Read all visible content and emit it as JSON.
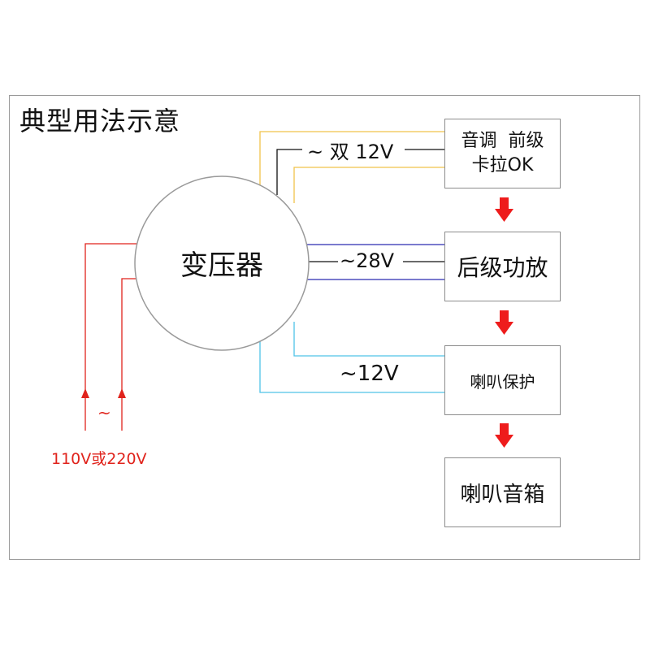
{
  "title": "典型用法示意",
  "transformer": "变压器",
  "blocks": {
    "preamp_line1": "音调  前级",
    "preamp_line2": "卡拉OK",
    "amp": "后级功放",
    "protect": "喇叭保护",
    "speaker": "喇叭音箱"
  },
  "wires": {
    "dual_12v": "~ 双 12V",
    "v28": "~28V",
    "v12": "~12V"
  },
  "mains": {
    "tilde": "~",
    "label": "110V或220V"
  },
  "colors": {
    "mains_red": "#e0231c",
    "preamp_wire": "#f0c24a",
    "amp_wire": "#2b2bb0",
    "protect_wire": "#4fc3e8",
    "arrow_red": "#ee1c1c"
  }
}
